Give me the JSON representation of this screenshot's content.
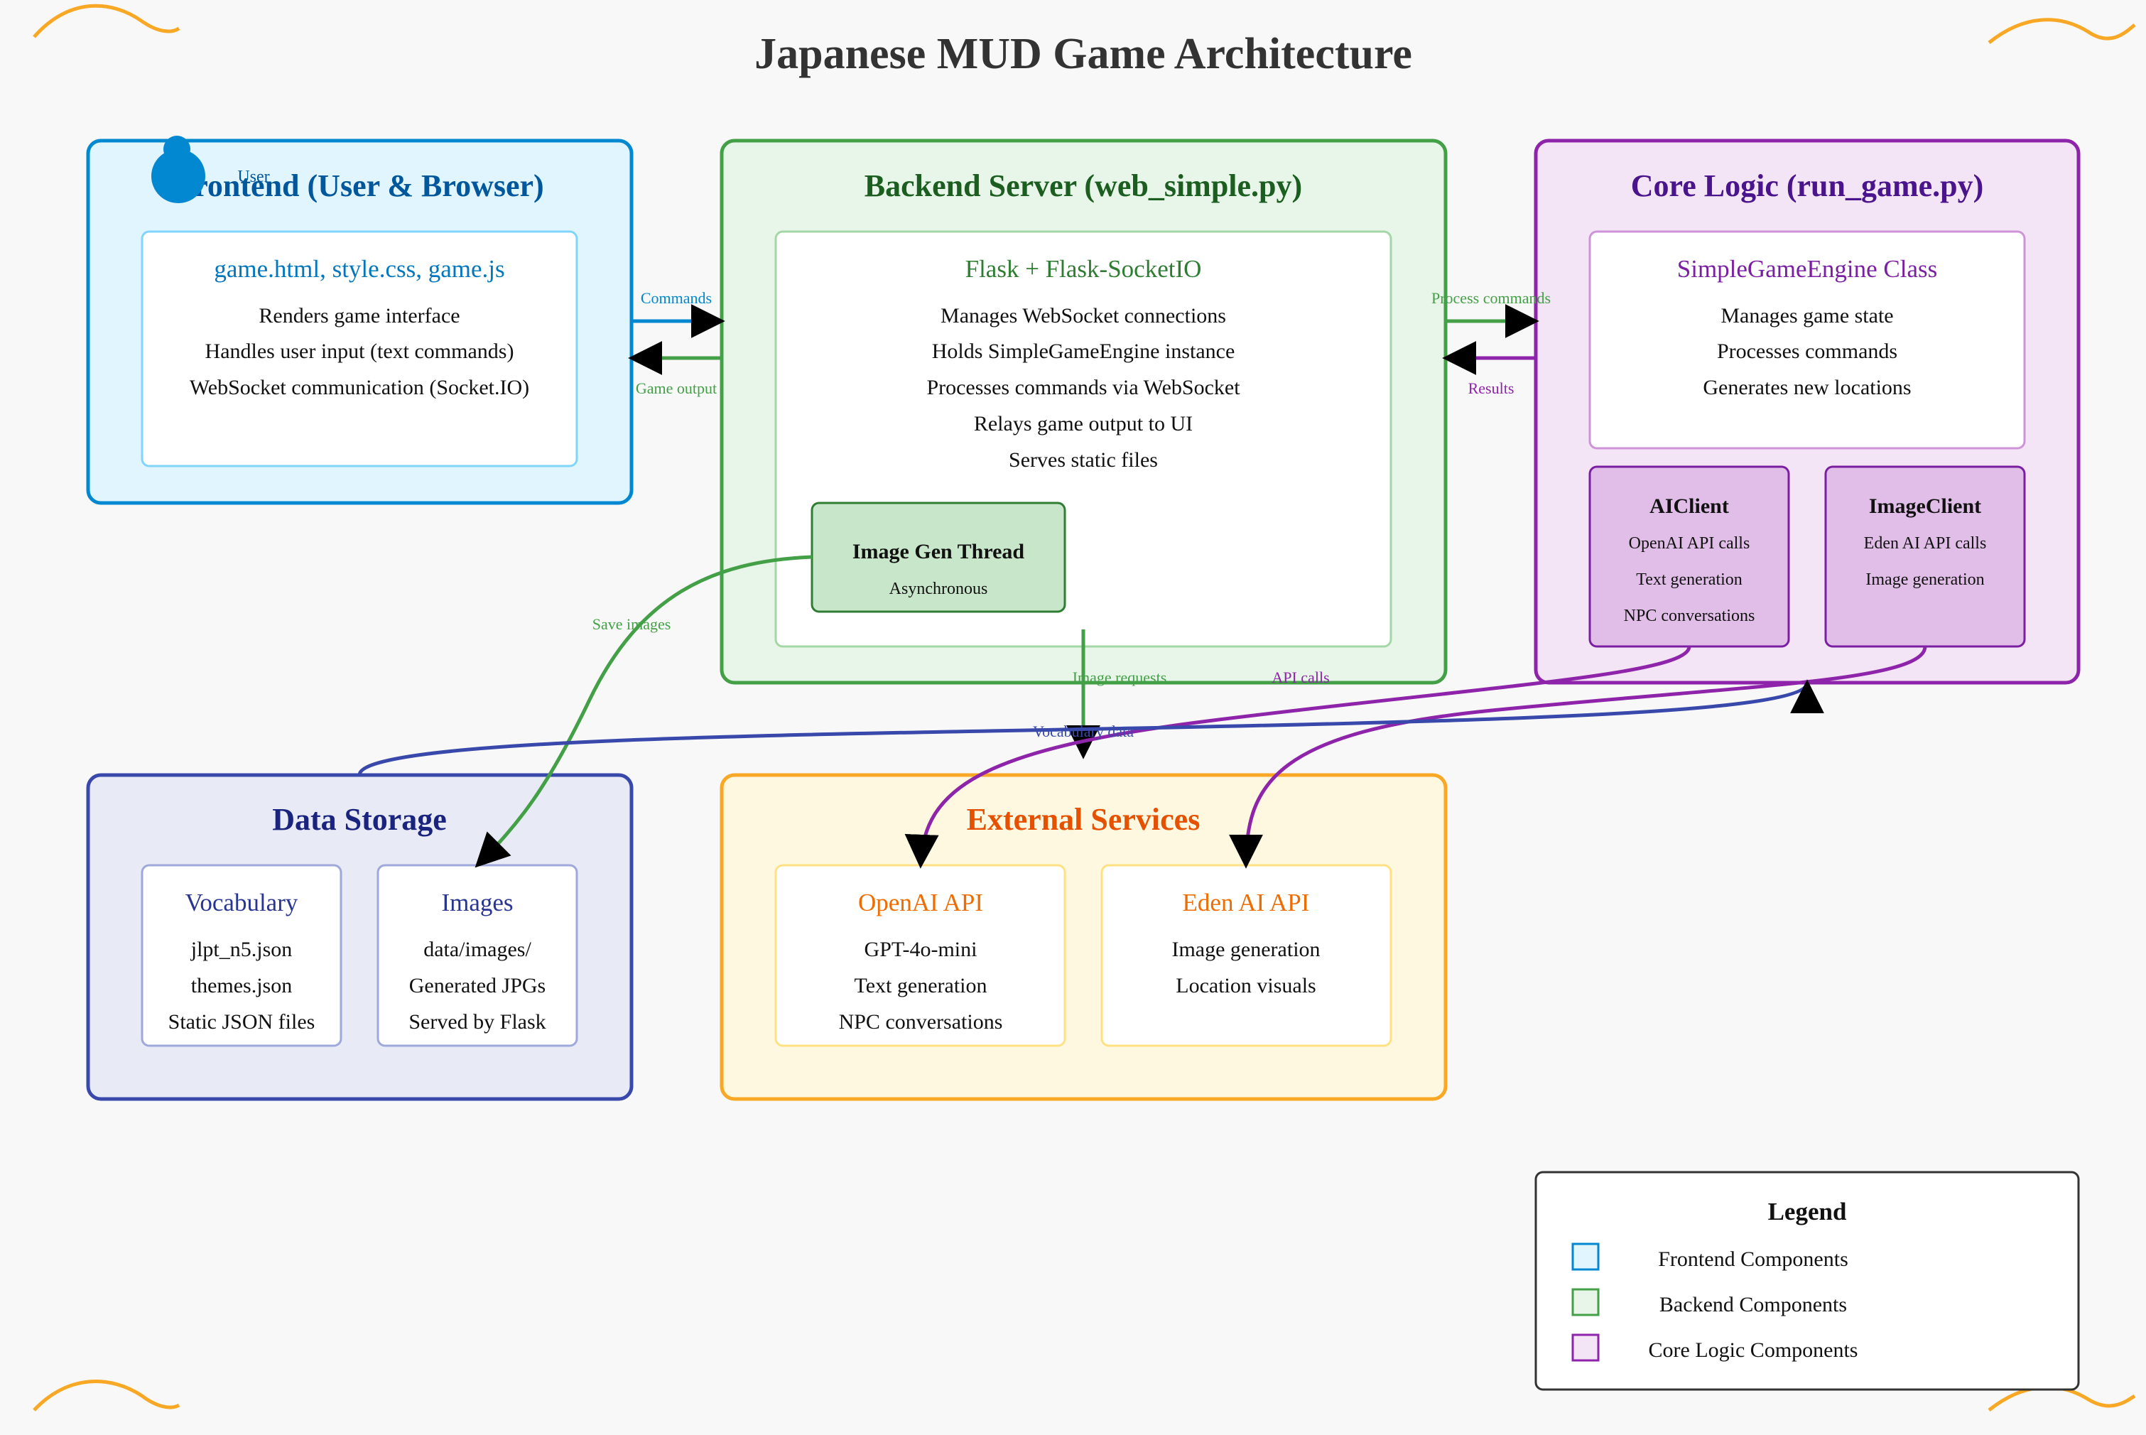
{
  "title": "Japanese MUD Game Architecture",
  "colors": {
    "frontend": "#0288d1",
    "frontend_text": "#01579b",
    "frontend_fill": "#e1f5fe",
    "backend": "#43a047",
    "backend_text": "#1b5e20",
    "backend_fill": "#e8f5e9",
    "core": "#8e24aa",
    "core_text": "#4a148c",
    "core_fill": "#f3e5f5",
    "storage": "#3949ab",
    "storage_text": "#1a237e",
    "storage_fill": "#e8eaf6",
    "external": "#f9a825",
    "external_text": "#e65100",
    "external_fill": "#fff8e1",
    "decor": "#f9a825"
  },
  "frontend": {
    "heading": "Frontend (User & Browser)",
    "user_label": "User",
    "user_icon": "user-icon",
    "box": {
      "title": "game.html, style.css, game.js",
      "lines": [
        "Renders game interface",
        "Handles user input (text commands)",
        "WebSocket communication (Socket.IO)"
      ]
    }
  },
  "backend": {
    "heading": "Backend Server (web_simple.py)",
    "box": {
      "title": "Flask + Flask-SocketIO",
      "lines": [
        "Manages WebSocket connections",
        "Holds SimpleGameEngine instance",
        "Processes commands via WebSocket",
        "Relays game output to UI",
        "Serves static files"
      ]
    },
    "thread": {
      "title": "Image Gen Thread",
      "subtitle": "Asynchronous"
    }
  },
  "core": {
    "heading": "Core Logic (run_game.py)",
    "box": {
      "title": "SimpleGameEngine Class",
      "lines": [
        "Manages game state",
        "Processes commands",
        "Generates new locations"
      ]
    },
    "ai_client": {
      "title": "AIClient",
      "lines": [
        "OpenAI API calls",
        "Text generation",
        "NPC conversations"
      ]
    },
    "image_client": {
      "title": "ImageClient",
      "lines": [
        "Eden AI API calls",
        "Image generation"
      ]
    }
  },
  "storage": {
    "heading": "Data Storage",
    "vocabulary": {
      "title": "Vocabulary",
      "lines": [
        "jlpt_n5.json",
        "themes.json",
        "Static JSON files"
      ]
    },
    "images": {
      "title": "Images",
      "lines": [
        "data/images/",
        "Generated JPGs",
        "Served by Flask"
      ]
    }
  },
  "external": {
    "heading": "External Services",
    "openai": {
      "title": "OpenAI API",
      "lines": [
        "GPT-4o-mini",
        "Text generation",
        "NPC conversations"
      ]
    },
    "eden": {
      "title": "Eden AI API",
      "lines": [
        "Image generation",
        "Location visuals"
      ]
    }
  },
  "edges": {
    "commands": "Commands",
    "game_output": "Game output",
    "process_commands": "Process commands",
    "results": "Results",
    "save_images": "Save images",
    "image_requests": "Image requests",
    "api_calls": "API calls",
    "vocabulary_data": "Vocabulary data"
  },
  "legend": {
    "title": "Legend",
    "items": [
      "Frontend Components",
      "Backend Components",
      "Core Logic Components"
    ]
  }
}
